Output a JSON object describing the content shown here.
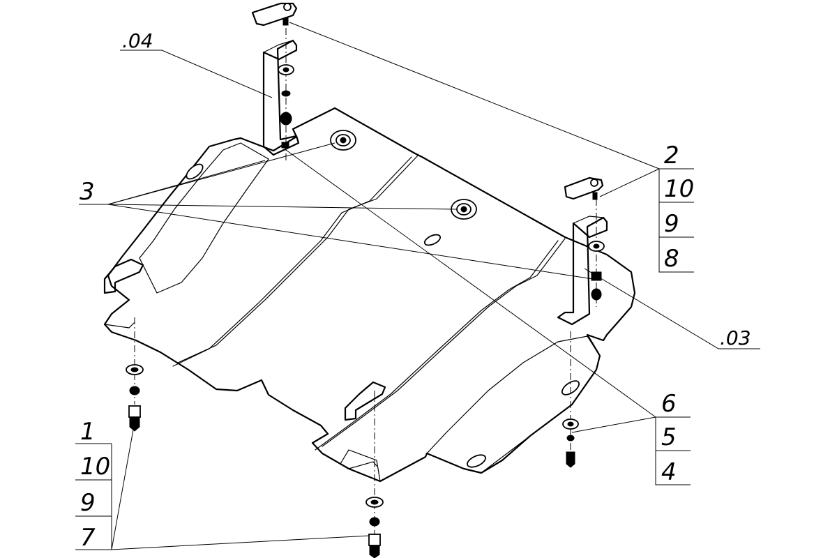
{
  "callouts": {
    "part_04": ".04",
    "part_03": ".03",
    "part_3": "3",
    "stack_top_right": [
      "2",
      "10",
      "9",
      "8"
    ],
    "stack_bottom_right": [
      "6",
      "5",
      "4"
    ],
    "stack_bottom_left": [
      "1",
      "10",
      "9",
      "7"
    ]
  }
}
